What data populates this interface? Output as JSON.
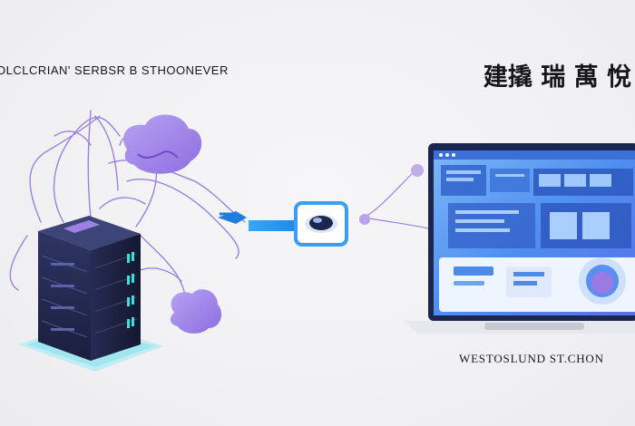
{
  "labels": {
    "left_caption": "OLCLCRIAN' SERBSR B STHOONEVER",
    "right_title": "建撬 瑞 萬 悅",
    "bottom_caption": "WESTOSLUND ST.CHON"
  },
  "icons": {
    "server": "server-rack-icon",
    "cloud_top": "cloud-icon",
    "cloud_bottom": "cloud-icon",
    "connector": "eye-capsule-icon",
    "arrow": "arrow-right-icon",
    "laptop": "laptop-icon"
  },
  "colors": {
    "accent_blue": "#3d9ff0",
    "purple": "#9b7ae6",
    "server_dark": "#1e2446",
    "screen_blue": "#4f8ef0"
  }
}
